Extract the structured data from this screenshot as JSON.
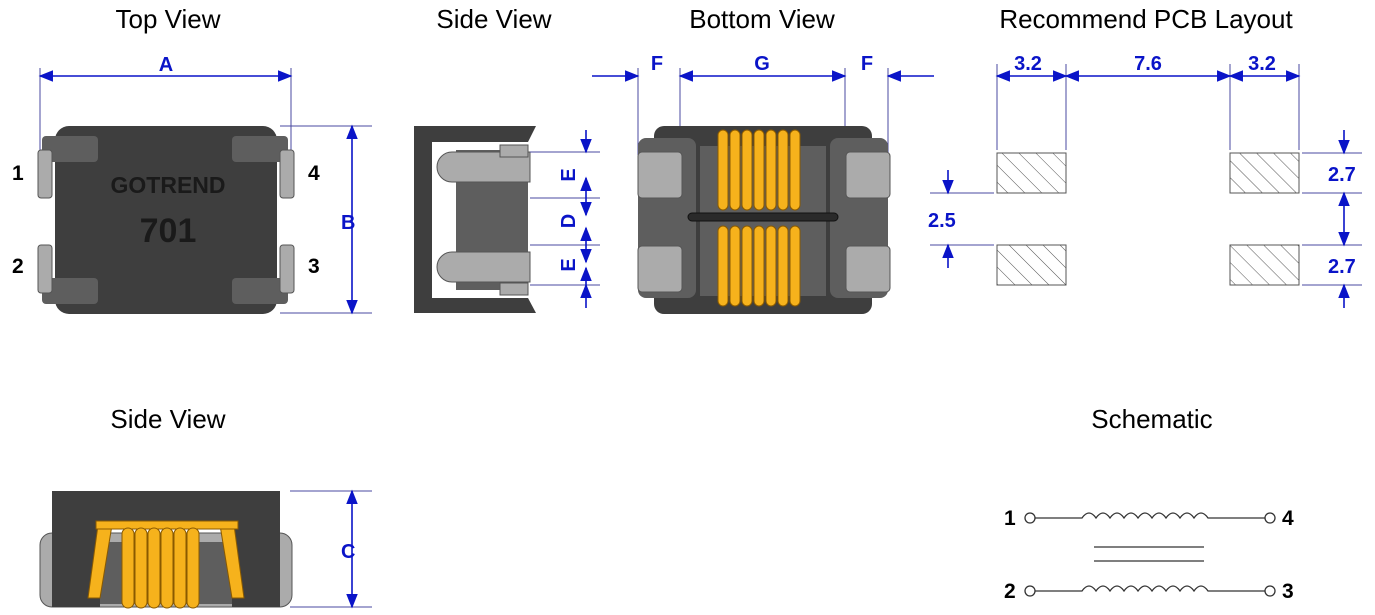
{
  "views": {
    "top_view": "Top View",
    "side_view_1": "Side View",
    "bottom_view": "Bottom View",
    "pcb_layout": "Recommend PCB Layout",
    "side_view_2": "Side View",
    "schematic": "Schematic"
  },
  "marking": {
    "brand": "GOTREND",
    "code": "701"
  },
  "dimensions": {
    "A": "A",
    "B": "B",
    "C": "C",
    "D": "D",
    "E": "E",
    "F": "F",
    "G": "G"
  },
  "pcb": {
    "w1": "3.2",
    "gap": "7.6",
    "w2": "3.2",
    "pitch": "2.5",
    "h1": "2.7",
    "h2": "2.7"
  },
  "pins": {
    "p1": "1",
    "p2": "2",
    "p3": "3",
    "p4": "4"
  },
  "colors": {
    "body": "#3e3e3e",
    "terminal": "#ababab",
    "winding": "#f6b21c",
    "dimension": "#0a14c8"
  }
}
